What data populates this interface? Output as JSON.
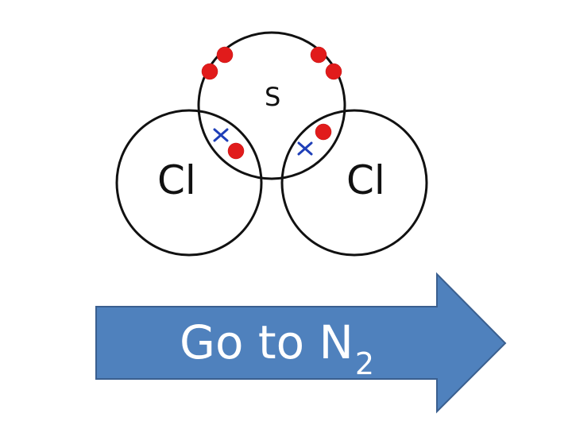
{
  "diagram": {
    "atoms": {
      "center": "S",
      "left": "Cl",
      "right": "Cl"
    },
    "colors": {
      "electron_sulfur": "#e11b1b",
      "electron_chlorine": "#1f3fb8",
      "circle_outline": "#111111"
    },
    "electron_symbol_chlorine": "cross",
    "electron_symbol_sulfur": "dot"
  },
  "navigation": {
    "button_text": "Go to N",
    "button_subscript": "2",
    "button_color": "#4f81bd"
  }
}
